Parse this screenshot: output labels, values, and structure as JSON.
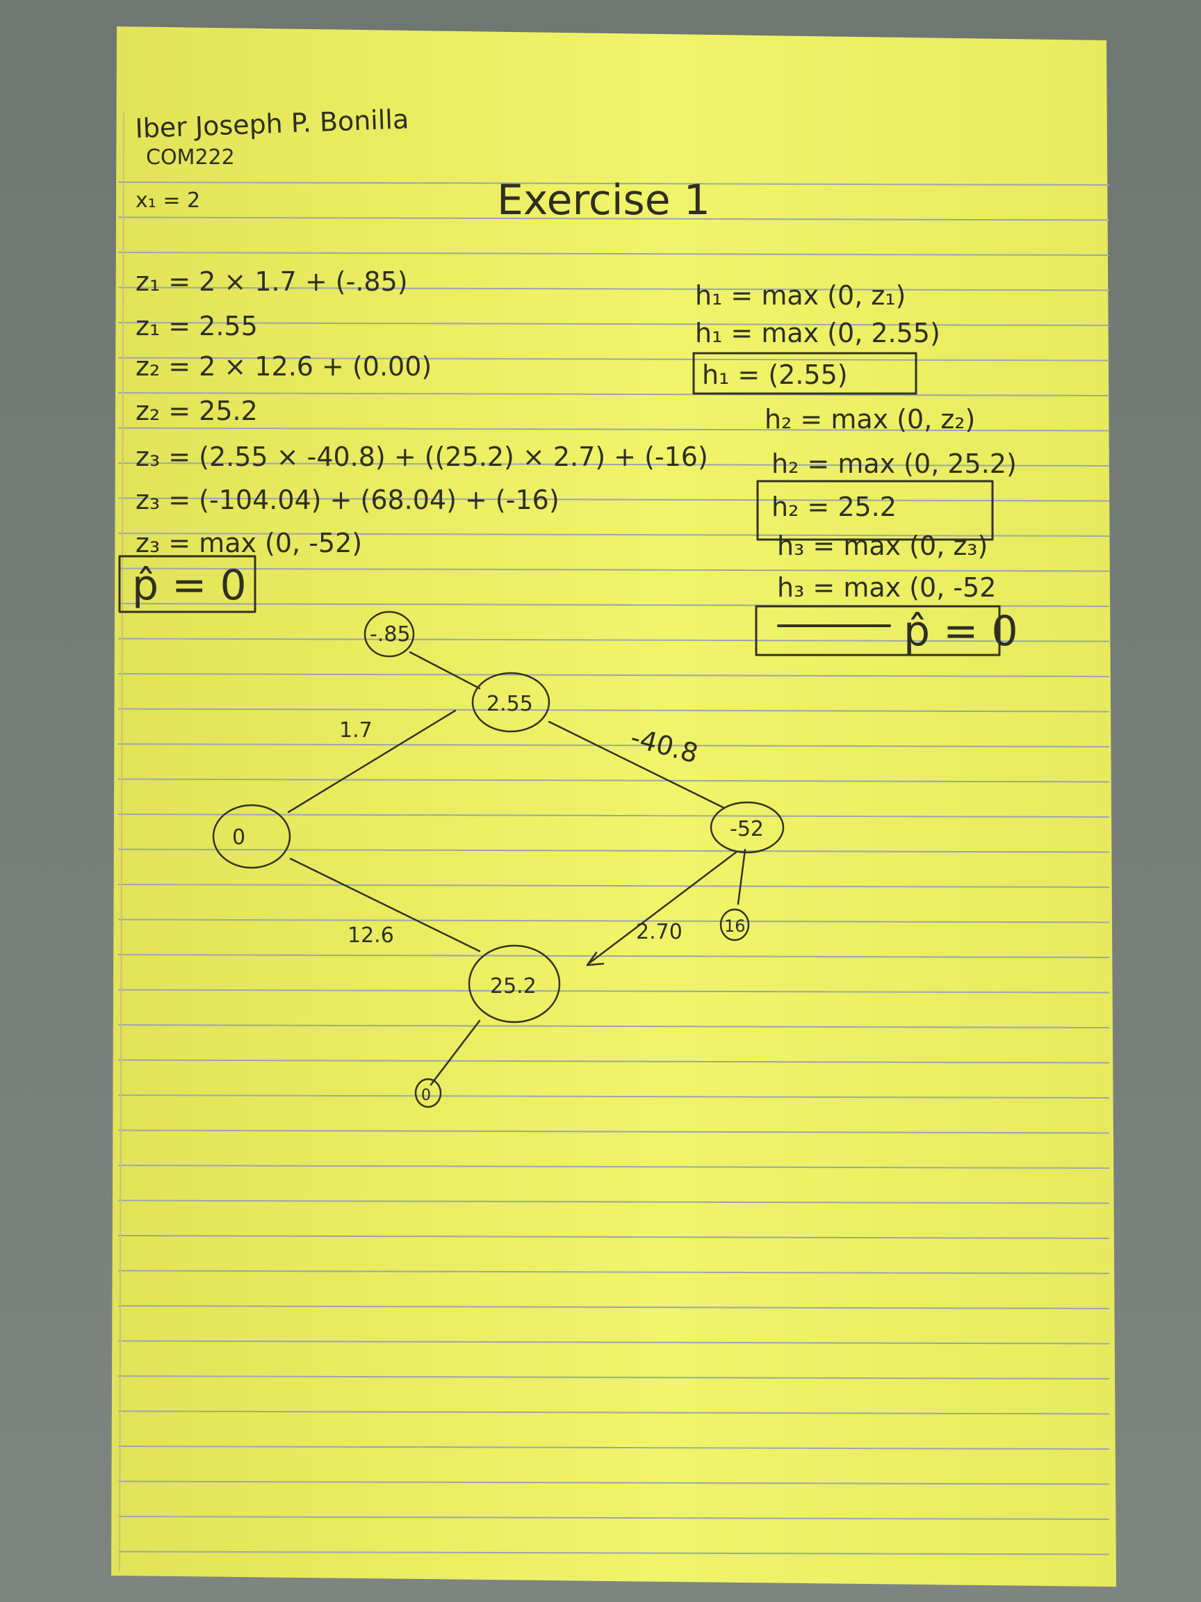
{
  "header": {
    "author": "Iber Joseph P. Bonilla",
    "course": "COM222",
    "input": "x₁ = 2",
    "title": "Exercise 1"
  },
  "left_work": [
    "z₁ = 2 × 1.7 + (-.85)",
    "z₁ = 2.55",
    "z₂ = 2 × 12.6 + (0.00)",
    "z₂ = 25.2",
    "z₃ = (2.55 × -40.8) + ((25.2) × 2.7) + (-16)",
    "z₃ = (-104.04) + (68.04) + (-16)",
    "z₃ = max (0, -52)",
    "p̂ = 0"
  ],
  "right_work": [
    "h₁ = max (0, z₁)",
    "h₁ = max (0, 2.55)",
    "h₁ = (2.55)",
    "h₂ = max (0, z₂)",
    "h₂ = max (0, 25.2)",
    "h₂ = 25.2",
    "h₃ = max (0, z₃)",
    "h₃ = max (0, -52",
    "p̂ = 0"
  ],
  "diagram": {
    "nodes": {
      "bias1": "-.85",
      "hidden1": "2.55",
      "input": "0",
      "output": "-52",
      "bias3": "16",
      "hidden2": "25.2",
      "bias2": "0"
    },
    "weights": {
      "w_input_h1": "1.7",
      "w_h1_out": "-40.8",
      "w_input_h2": "12.6",
      "w_h2_out": "2.70"
    }
  },
  "colors": {
    "paper": "#ecef5c",
    "ink": "#33321f",
    "rule": "#9aa6ae",
    "background": "#6c7470"
  }
}
